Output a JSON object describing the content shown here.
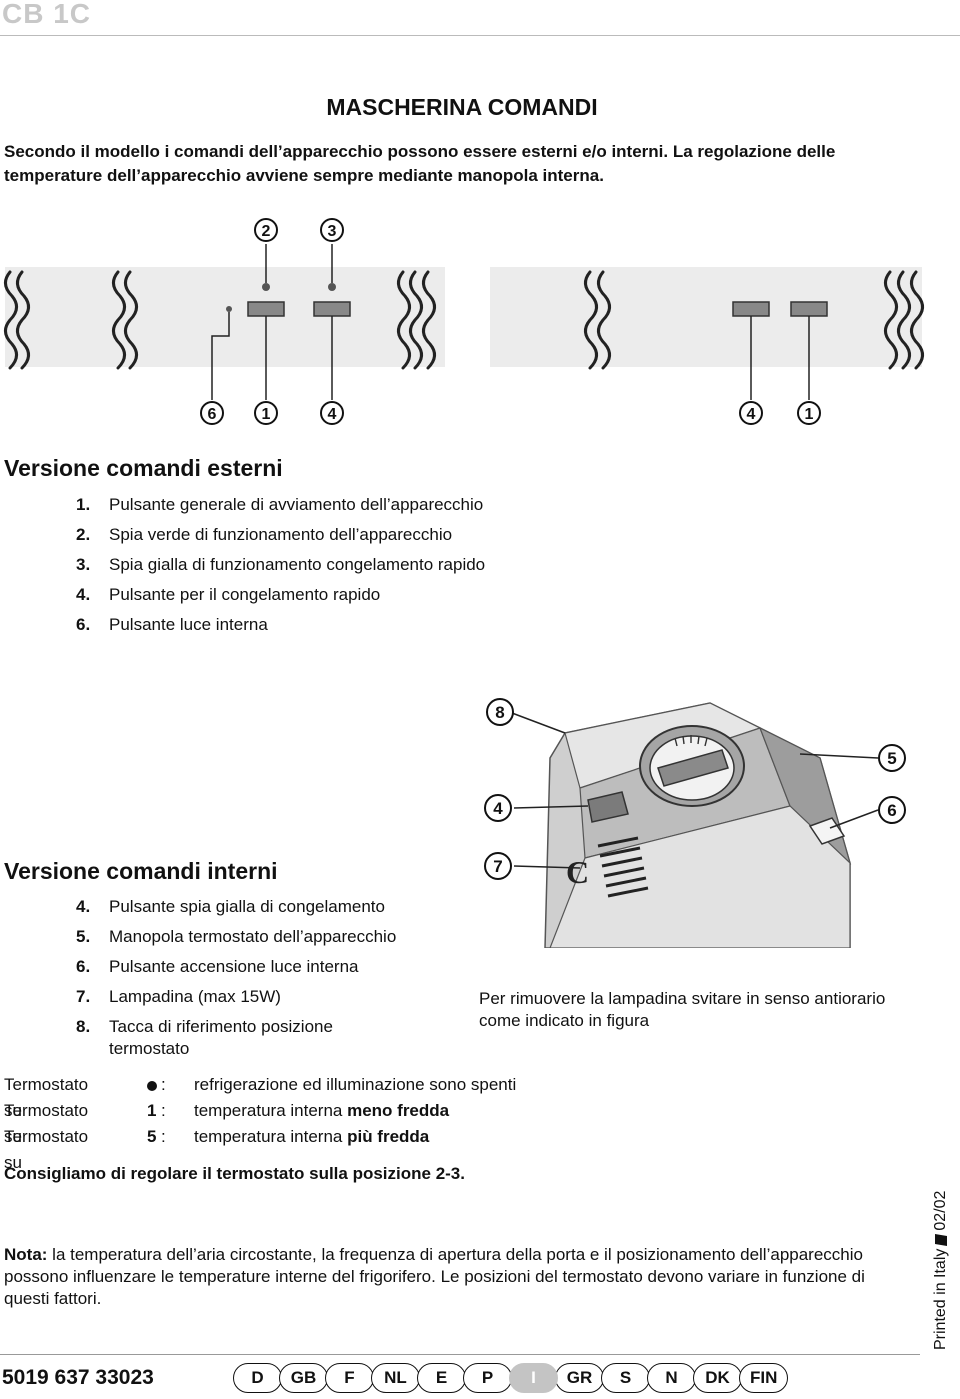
{
  "header": {
    "model": "CB 1C"
  },
  "title": "MASCHERINA COMANDI",
  "intro": "Secondo il modello i comandi dell’apparecchio possono essere esterni e/o interni. La regolazione delle temperature dell’apparecchio avviene sempre mediante manopola interna.",
  "figure_strip": {
    "left_top_callouts": [
      "2",
      "3"
    ],
    "left_bottom_callouts": [
      "6",
      "1",
      "4"
    ],
    "right_bottom_callouts": [
      "4",
      "1"
    ]
  },
  "external": {
    "heading": "Versione comandi esterni",
    "items": [
      {
        "num": "1.",
        "text": "Pulsante generale di avviamento dell’apparecchio"
      },
      {
        "num": "2.",
        "text": "Spia verde di funzionamento dell’apparecchio"
      },
      {
        "num": "3.",
        "text": "Spia gialla di funzionamento congelamento rapido"
      },
      {
        "num": "4.",
        "text": "Pulsante per il congelamento rapido"
      },
      {
        "num": "6.",
        "text": "Pulsante luce interna"
      }
    ]
  },
  "panel_figure": {
    "callouts": [
      "8",
      "5",
      "4",
      "6",
      "7"
    ]
  },
  "internal": {
    "heading": "Versione comandi interni",
    "items": [
      {
        "num": "4.",
        "text": "Pulsante spia gialla di congelamento"
      },
      {
        "num": "5.",
        "text": "Manopola termostato dell’apparecchio"
      },
      {
        "num": "6.",
        "text": "Pulsante accensione luce interna"
      },
      {
        "num": "7.",
        "text": "Lampadina (max 15W)"
      },
      {
        "num": "8.",
        "text": "Tacca di riferimento posizione termostato"
      }
    ]
  },
  "lamp_caption": "Per rimuovere la lampadina svitare in senso antiorario come indicato in figura",
  "thermostat": [
    {
      "prefix": "Termostato su",
      "position": "",
      "position_icon": "dot-icon",
      "desc_plain": "refrigerazione ed illuminazione sono spenti",
      "desc_bold": ""
    },
    {
      "prefix": "Termostato su",
      "position": "1",
      "position_icon": "",
      "desc_plain": "temperatura interna ",
      "desc_bold": "meno fredda"
    },
    {
      "prefix": "Termostato su",
      "position": "5",
      "position_icon": "",
      "desc_plain": "temperatura interna ",
      "desc_bold": "più fredda"
    }
  ],
  "advice": "Consigliamo di regolare il termostato sulla posizione 2-3.",
  "note": {
    "label": "Nota:",
    "text": " la temperatura dell’aria circostante, la frequenza di apertura della porta e il posizionamento dell’apparecchio possono influenzare le temperature interne del frigorifero. Le posizioni del termostato devono variare in funzione di questi fattori."
  },
  "printed": {
    "prefix": "Printed in Italy",
    "date": "02/02"
  },
  "footer": {
    "code": "5019 637 33023",
    "languages": [
      "D",
      "GB",
      "F",
      "NL",
      "E",
      "P",
      "I",
      "GR",
      "S",
      "N",
      "DK",
      "FIN"
    ],
    "active_language": "I"
  },
  "colors": {
    "text": "#111111",
    "header_model": "#c8c8c8",
    "active_language": "#c4c4c4"
  }
}
